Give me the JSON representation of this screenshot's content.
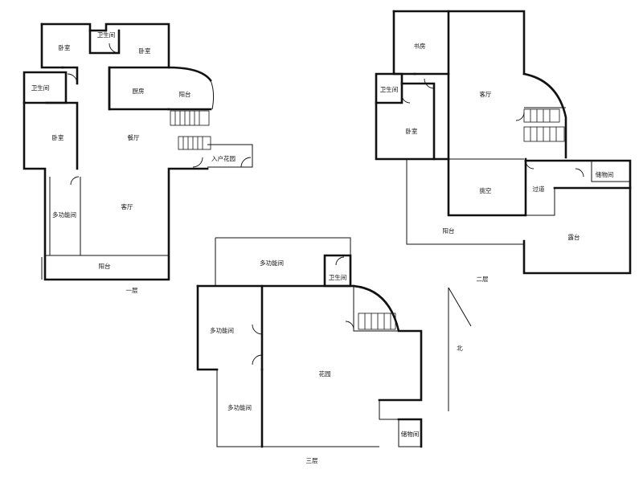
{
  "plan": {
    "floor1": {
      "caption": "一层",
      "rooms": {
        "bed_top_left": "卧室",
        "bath_top": "卫生间",
        "bed_top_right": "卧室",
        "bath_left": "卫生间",
        "kitchen": "厨房",
        "balcony_kitchen": "阳台",
        "bed_left": "卧室",
        "dining": "餐厅",
        "entry_garden": "入户花园",
        "multi": "多功能间",
        "living": "客厅",
        "balcony_bottom": "阳台"
      }
    },
    "floor2": {
      "caption": "二层",
      "rooms": {
        "study": "书房",
        "bath": "卫生间",
        "living": "客厅",
        "bedroom": "卧室",
        "void": "挑空",
        "corridor": "过道",
        "storage": "储物间",
        "balcony": "阳台",
        "terrace": "露台"
      }
    },
    "floor3": {
      "caption": "三层",
      "rooms": {
        "multi_top": "多功能间",
        "bath": "卫生间",
        "multi_left": "多功能间",
        "garden": "花园",
        "multi_bottom": "多功能间",
        "storage": "储物间"
      }
    },
    "north_label": "北"
  }
}
